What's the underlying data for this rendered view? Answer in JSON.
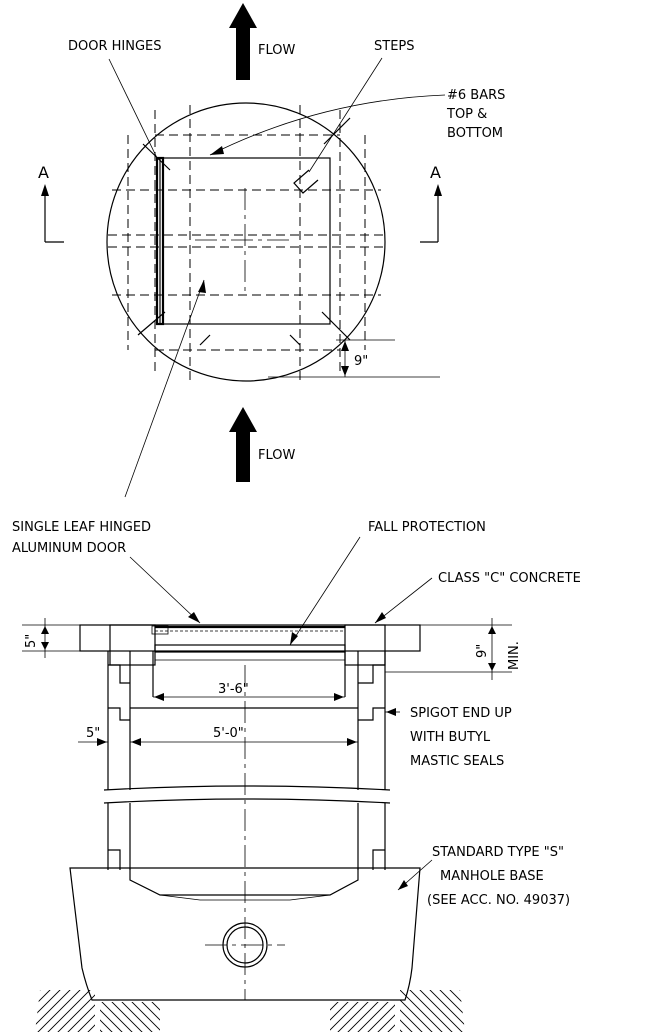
{
  "plan": {
    "flow_top": "FLOW",
    "flow_bottom": "FLOW",
    "door_hinges": "DOOR HINGES",
    "steps": "STEPS",
    "bars_line1": "#6 BARS",
    "bars_line2": "TOP &",
    "bars_line3": "BOTTOM",
    "section_left": "A",
    "section_right": "A",
    "dim_9": "9\""
  },
  "section": {
    "door_line1": "SINGLE LEAF HINGED",
    "door_line2": "ALUMINUM DOOR",
    "fall_protection": "FALL PROTECTION",
    "concrete": "CLASS \"C\" CONCRETE",
    "dim_5_top": "5\"",
    "dim_9_min": "9\"",
    "dim_min": "MIN.",
    "dim_3_6": "3'-6\"",
    "dim_5_0": "5'-0\"",
    "dim_5_wall": "5\"",
    "spigot_line1": "SPIGOT END UP",
    "spigot_line2": "WITH BUTYL",
    "spigot_line3": "MASTIC SEALS",
    "base_line1": "STANDARD TYPE \"S\"",
    "base_line2": "MANHOLE BASE",
    "base_line3": "(SEE ACC. NO. 49037)"
  }
}
